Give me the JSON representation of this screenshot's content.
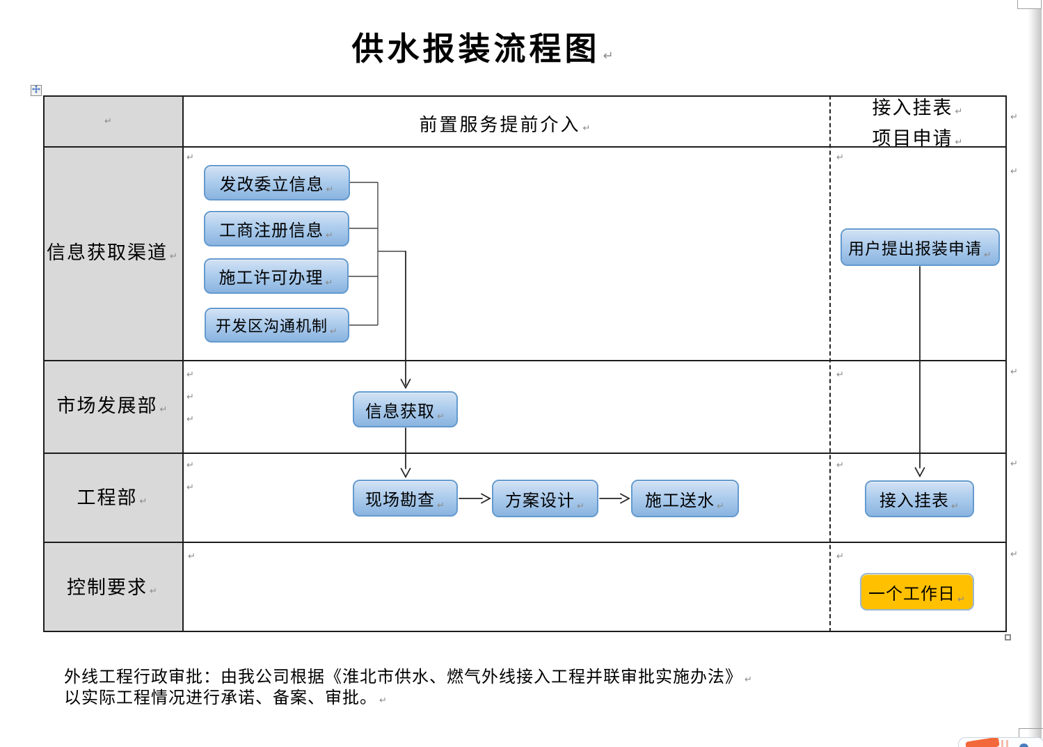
{
  "title": {
    "text": "供水报装流程图"
  },
  "table": {
    "header": {
      "main": "前置服务提前介入",
      "right_line1": "接入挂表",
      "right_line2": "项目申请"
    },
    "row_labels": [
      "信息获取渠道",
      "市场发展部",
      "工程部",
      "控制要求"
    ]
  },
  "flowchart": {
    "channel_boxes": [
      "发改委立信息",
      "工商注册信息",
      "施工许可办理",
      "开发区沟通机制"
    ],
    "market_box": "信息获取",
    "engineering_boxes": [
      "现场勘查",
      "方案设计",
      "施工送水"
    ],
    "apply_box": "用户提出报装申请",
    "meter_box": "接入挂表",
    "control_box": "一个工作日"
  },
  "footer": {
    "line1": "外线工程行政审批：由我公司根据《淮北市供水、燃气外线接入工程并联审批实施办法》",
    "line2": "以实际工程情况进行承诺、备案、审批。"
  },
  "marks": {
    "pilcrow": "↵"
  },
  "colors": {
    "box_border": "#639ace",
    "box_fill_top": "#d3e2f4",
    "box_fill_bottom": "#8ab4e0",
    "control_fill": "#ffc000",
    "label_cell_fill": "#d9d9d9",
    "table_border": "#1c1c1c"
  }
}
